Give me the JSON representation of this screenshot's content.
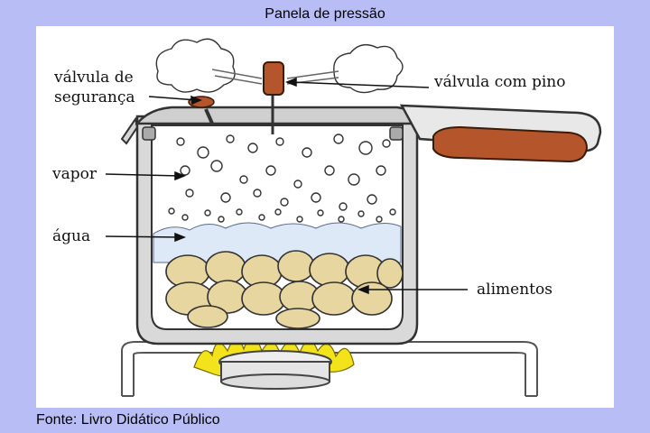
{
  "title": "Panela de pressão",
  "caption": "Fonte: Livro Didático Público",
  "labels": {
    "safety_valve_line1": "válvula de",
    "safety_valve_line2": "segurança",
    "pin_valve": "válvula com pino",
    "steam": "vapor",
    "water": "água",
    "food": "alimentos"
  },
  "colors": {
    "background": "#b8bdf5",
    "handle": "#b4552b",
    "flame": "#f2e31a",
    "water": "#dde9f7"
  }
}
